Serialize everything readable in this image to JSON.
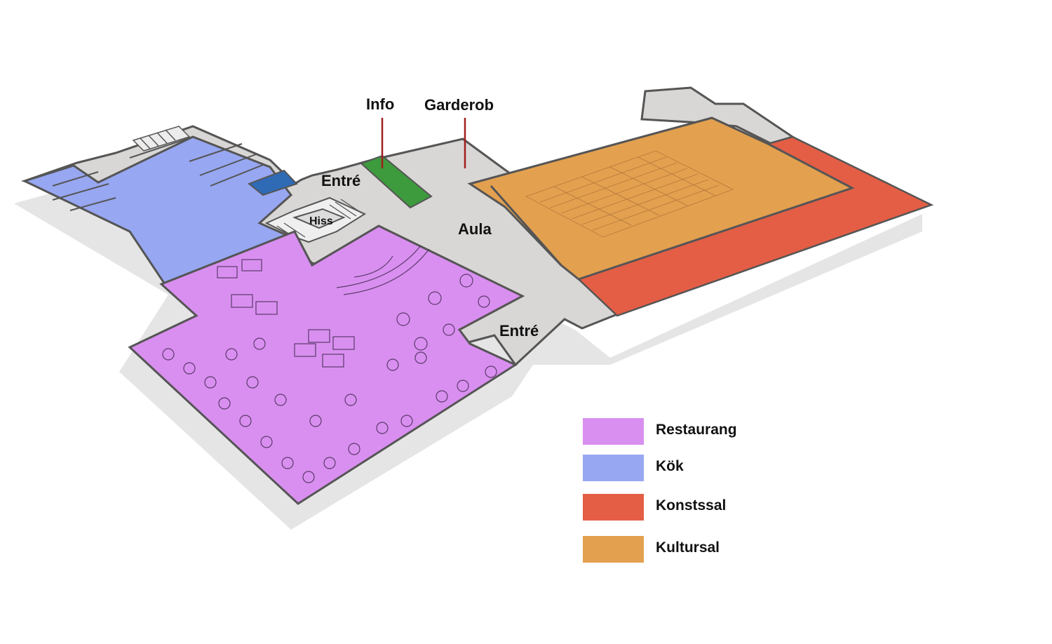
{
  "labels": {
    "info": "Info",
    "garderob": "Garderob",
    "entre_top": "Entré",
    "entre_bottom": "Entré",
    "aula": "Aula",
    "hiss": "Hiss"
  },
  "legend": [
    {
      "label": "Restaurang",
      "color": "#d98ff0"
    },
    {
      "label": "Kök",
      "color": "#97a7f2"
    },
    {
      "label": "Konstssal",
      "color": "#e45e45"
    },
    {
      "label": "Kultursal",
      "color": "#e3a04f"
    }
  ],
  "colors": {
    "restaurang": "#d98ff0",
    "kok": "#97a7f2",
    "kok_dark": "#2f6ab5",
    "konstssal": "#e45e45",
    "kultursal": "#e3a04f",
    "info": "#3d9a3d",
    "corridor": "#d9d7d5",
    "wall": "#555555",
    "shadow": "#e6e5e5",
    "pointer": "#a01f1f"
  }
}
